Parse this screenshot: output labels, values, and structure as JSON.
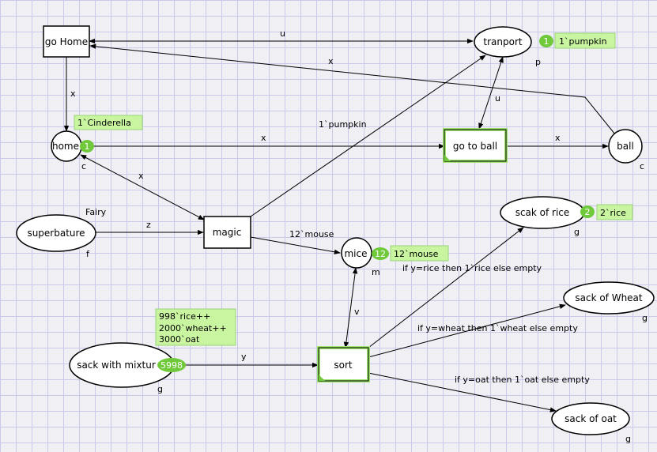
{
  "places": {
    "go_home_t": {
      "label": "go Home"
    },
    "tranport": {
      "label": "tranport",
      "colset": "p",
      "token_count": "1",
      "marking": "1`pumpkin"
    },
    "home": {
      "label": "home",
      "colset": "c",
      "token_count": "1",
      "marking": "1`Cinderella"
    },
    "go_to_ball": {
      "label": "go to ball"
    },
    "ball": {
      "label": "ball",
      "colset": "c"
    },
    "superbature": {
      "label": "superbature",
      "colset": "f"
    },
    "magic": {
      "label": "magic"
    },
    "scak_of_rice": {
      "label": "scak of rice",
      "colset": "g",
      "token_count": "2",
      "marking": "2`rice"
    },
    "mice": {
      "label": "mice",
      "colset": "m",
      "token_count": "12",
      "marking": "12`mouse"
    },
    "sack_of_wheat": {
      "label": "sack of Wheat",
      "colset": "g"
    },
    "sack_with_mixture": {
      "label": "sack with mixtur",
      "colset": "g",
      "token_count": "5998",
      "marking_lines": [
        "998`rice++",
        "2000`wheat++",
        "3000`oat"
      ]
    },
    "sort": {
      "label": "sort"
    },
    "sack_of_oat": {
      "label": "sack of oat",
      "colset": "g"
    }
  },
  "arc_labels": {
    "u_top": "u",
    "x_top": "x",
    "x_left": "x",
    "x_home_ball": "x",
    "x_ball": "x",
    "u_right": "u",
    "pumpkin": "1`pumpkin",
    "x_magic": "x",
    "fairy": "Fairy",
    "z": "z",
    "mouse": "12`mouse",
    "v": "v",
    "y": "y",
    "if_rice": "if y=rice then 1`rice else empty",
    "if_wheat": "if y=wheat then 1`wheat else empty",
    "if_oat": "if y=oat then 1`oat else empty"
  },
  "colors": {
    "token_green": "#6fc93b",
    "marking_bg": "#c9f5a1",
    "transition_glow": "#9be36a",
    "line": "#000000"
  }
}
